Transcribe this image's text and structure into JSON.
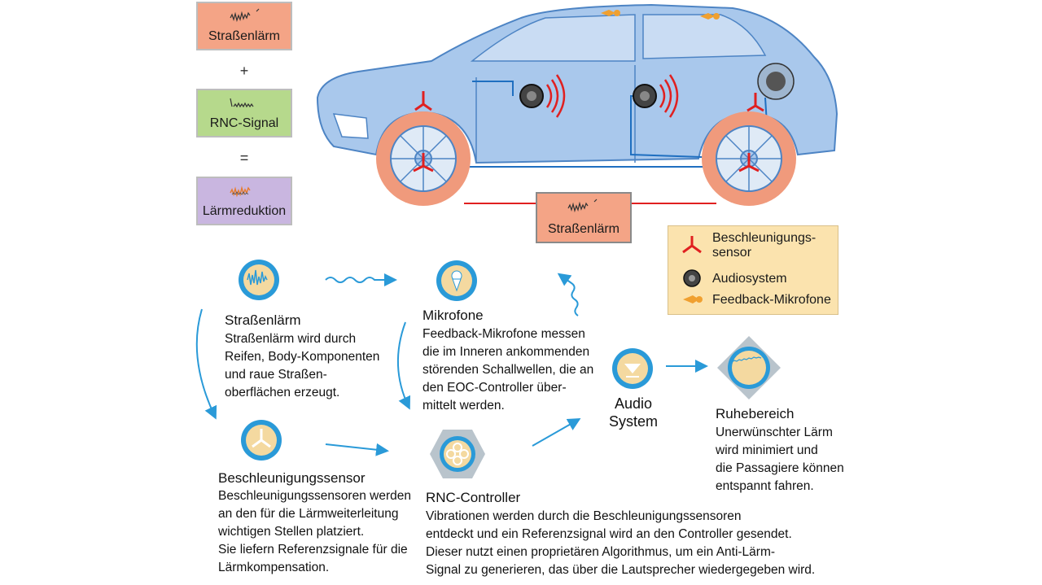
{
  "equation": {
    "box1_label": "Straßenlärm",
    "plus": "+",
    "box2_label": "RNC-Signal",
    "equals": "=",
    "box3_label": "Lärmreduktion",
    "colors": {
      "box1": "#f4a486",
      "box2": "#b6d98c",
      "box3": "#c9b6e0"
    }
  },
  "car": {
    "road_label": "Straßenlärm",
    "colors": {
      "body": "#a9c8ec",
      "tire": "#f09a7c",
      "sensor": "#e02020",
      "wave": "#e02020"
    }
  },
  "legend": {
    "items": [
      {
        "icon": "accelerometer-icon",
        "label": "Beschleunigungs-\nsensor"
      },
      {
        "icon": "speaker-icon",
        "label": "Audiosystem"
      },
      {
        "icon": "microphone-icon",
        "label": "Feedback-Mikrofone"
      }
    ],
    "background": "#fbe3ae"
  },
  "steps": {
    "road": {
      "icon": "sound-wave-icon",
      "title": "Straßenlärm",
      "text": "Straßenlärm wird durch\nReifen, Body-Komponenten\nund raue Straßen-\noberflächen erzeugt."
    },
    "sensor": {
      "icon": "accelerometer-icon",
      "title": "Beschleunigungssensor",
      "text": "Beschleunigungssensoren werden\nan den für die Lärmweiterleitung\nwichtigen Stellen platziert.\nSie liefern Referenzsignale für die\nLärmkompensation."
    },
    "mic": {
      "icon": "microphone-icon",
      "title": "Mikrofone",
      "text": "Feedback-Mikrofone messen\ndie im Inneren ankommenden\nstörenden Schallwellen, die an\nden EOC-Controller über-\nmittelt werden."
    },
    "controller": {
      "icon": "controller-icon",
      "title": "RNC-Controller",
      "text": "Vibrationen werden durch die Beschleunigungssensoren\nentdeckt und ein Referenzsignal wird an den Controller gesendet.\nDieser nutzt einen proprietären Algorithmus, um ein Anti-Lärm-\nSignal zu generieren, das über die Lautsprecher wiedergegeben wird."
    },
    "audio": {
      "icon": "audio-system-icon",
      "title": "Audio\nSystem"
    },
    "quiet": {
      "icon": "quiet-zone-icon",
      "title": "Ruhebereich",
      "text": "Unerwünschter Lärm\nwird minimiert und\ndie Passagiere können\nentspannt fahren."
    }
  },
  "palette": {
    "arrow": "#2a9ad8",
    "icon_ring": "#2a9ad8",
    "icon_fill": "#f4d9a0"
  }
}
